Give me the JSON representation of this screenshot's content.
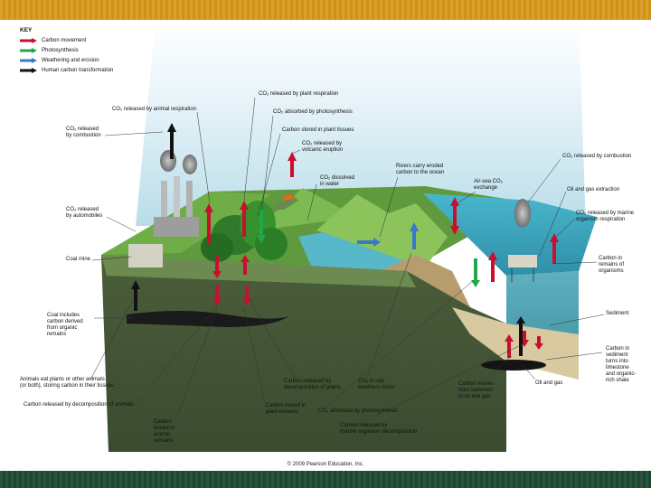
{
  "title": "THE CARBON CYCLE",
  "credit": "© 2009 Pearson Education, Inc.",
  "colors": {
    "carbon_movement": "#c8102e",
    "photosynthesis": "#1fa84a",
    "weathering": "#3a78c9",
    "human": "#111111"
  },
  "key": {
    "title": "KEY",
    "items": [
      {
        "label": "Carbon movement",
        "color": "#c8102e"
      },
      {
        "label": "Photosynthesis",
        "color": "#1fa84a"
      },
      {
        "label": "Weathering and erosion",
        "color": "#3a78c9"
      },
      {
        "label": "Human carbon transformation",
        "color": "#111111"
      }
    ]
  },
  "labels": {
    "plant_respiration": "CO₂ released by plant respiration",
    "animal_respiration": "CO₂ released by animal respiration",
    "photosynthesis_absorbed": "CO₂ absorbed by photosynthesis",
    "stored_plant": "Carbon stored in plant tissues",
    "volcanic": "CO₂ released by\nvolcanic eruption",
    "combustion_left": "CO₂ released\nby combustion",
    "dissolved": "CO₂ dissolved\nin water",
    "rivers": "Rivers carry eroded\ncarbon to the ocean",
    "air_sea": "Air-sea CO₂\nexchange",
    "combustion_right": "CO₂ released by combustion",
    "oil_extraction": "Oil and gas extraction",
    "marine_respiration": "CO₂ released by marine\norganism respiration",
    "automobiles": "CO₂ released\nby automobiles",
    "coal_mine": "Coal mine",
    "carbon_remains": "Carbon in\nremains of\norganisms",
    "coal_includes": "Coal includes\ncarbon derived\nfrom organic\nremains",
    "sediment": "Sediment",
    "limestone": "Carbon in\nsediment\nturns into\nlimestone\nand organic-\nrich shale",
    "animals_eat": "Animals eat plants or other animals\n(or both), storing carbon in their tissues",
    "decomp_plants": "Carbon released by\ndecomposition of plants",
    "rain_weathers": "CO₂ in rain\nweathers rocks",
    "moves_sediment": "Carbon moves\nfrom sediment\nto oil and gas",
    "oil_gas": "Oil and gas",
    "decomp_animals": "Carbon released by decomposition of animals",
    "buried_plant": "Carbon buried in\nplant remains",
    "absorbed_photo": "CO₂ absorbed by photosynthesis",
    "buried_animal": "Carbon\nburied in\nanimal\nremains",
    "marine_decomp": "Carbon released by\nmarine organism decomposition"
  }
}
